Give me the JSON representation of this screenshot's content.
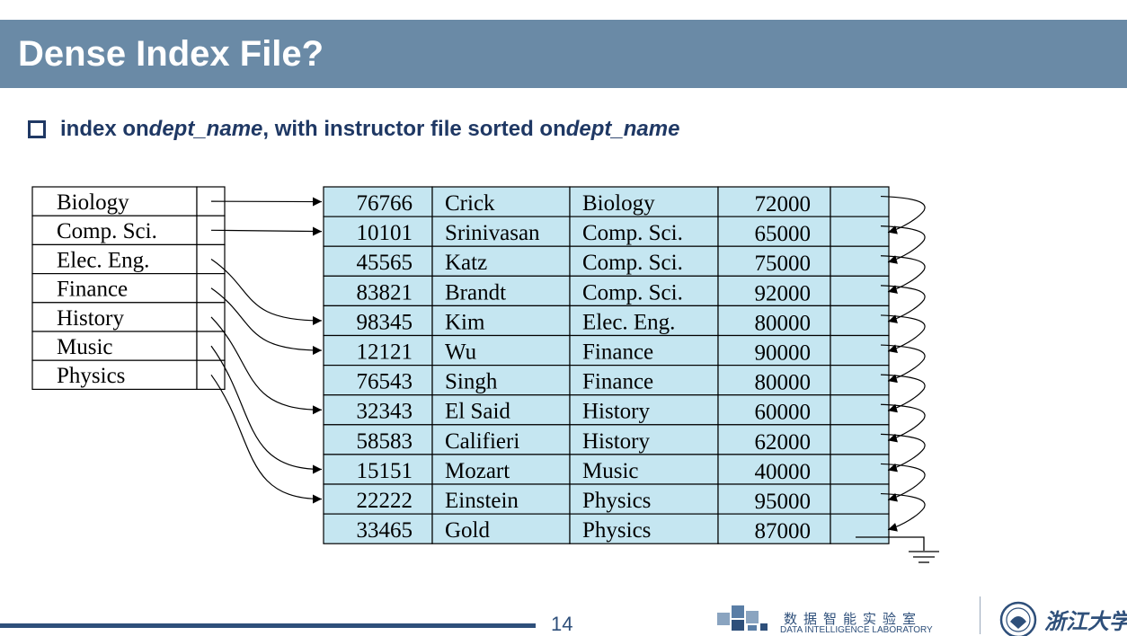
{
  "slide": {
    "title": "Dense Index File?",
    "bullet": {
      "prefix": "index on ",
      "em1": "dept_name",
      "middle": ", with instructor file sorted on ",
      "em2": "dept_name"
    },
    "page_number": "14"
  },
  "index_entries": [
    "Biology",
    "Comp. Sci.",
    "Elec. Eng.",
    "Finance",
    "History",
    "Music",
    "Physics"
  ],
  "index_pointers": [
    0,
    1,
    4,
    5,
    7,
    9,
    10
  ],
  "records": [
    [
      "76766",
      "Crick",
      "Biology",
      "72000"
    ],
    [
      "10101",
      "Srinivasan",
      "Comp. Sci.",
      "65000"
    ],
    [
      "45565",
      "Katz",
      "Comp. Sci.",
      "75000"
    ],
    [
      "83821",
      "Brandt",
      "Comp. Sci.",
      "92000"
    ],
    [
      "98345",
      "Kim",
      "Elec. Eng.",
      "80000"
    ],
    [
      "12121",
      "Wu",
      "Finance",
      "90000"
    ],
    [
      "76543",
      "Singh",
      "Finance",
      "80000"
    ],
    [
      "32343",
      "El Said",
      "History",
      "60000"
    ],
    [
      "58583",
      "Califieri",
      "History",
      "62000"
    ],
    [
      "15151",
      "Mozart",
      "Music",
      "40000"
    ],
    [
      "22222",
      "Einstein",
      "Physics",
      "95000"
    ],
    [
      "33465",
      "Gold",
      "Physics",
      "87000"
    ]
  ],
  "footer": {
    "lab_name_cn": "数据智能实验室",
    "lab_name_en": "DATA INTELLIGENCE LABORATORY",
    "university_cn": "浙江大学"
  },
  "colors": {
    "title_bar": "#6a8aa6",
    "record_fill": "#c5e6f1",
    "text_blue": "#1f3864"
  },
  "icons": [
    "bullet-square-icon",
    "lab-logo-icon",
    "university-seal-icon",
    "ground-symbol-icon"
  ]
}
